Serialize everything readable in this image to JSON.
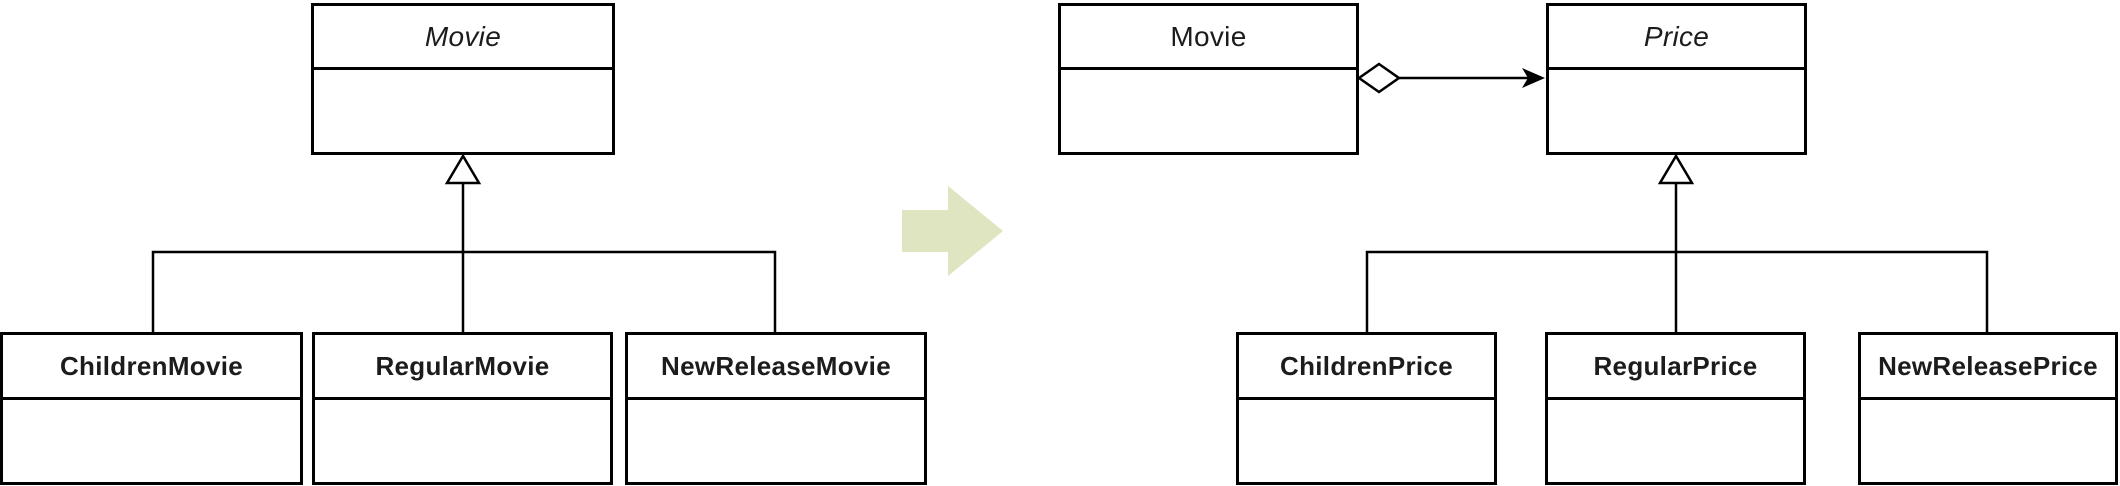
{
  "colors": {
    "line": "#000000",
    "text": "#1c1c1c",
    "transform_arrow_fill": "#dfe5c0",
    "background": "#ffffff"
  },
  "icons": {
    "inheritance_arrow": "hollow-triangle-up",
    "aggregation_diamond": "hollow-diamond",
    "association_arrowhead": "filled-arrowhead-right",
    "transform_arrow": "block-arrow-right"
  },
  "left_diagram": {
    "superclass": {
      "name": "Movie",
      "abstract": true
    },
    "subclasses": [
      {
        "name": "ChildrenMovie"
      },
      {
        "name": "RegularMovie"
      },
      {
        "name": "NewReleaseMovie"
      }
    ]
  },
  "right_diagram": {
    "client_class": {
      "name": "Movie",
      "abstract": false
    },
    "superclass": {
      "name": "Price",
      "abstract": true
    },
    "relationship": {
      "type": "aggregation",
      "from": "Movie",
      "to": "Price"
    },
    "subclasses": [
      {
        "name": "ChildrenPrice"
      },
      {
        "name": "RegularPrice"
      },
      {
        "name": "NewReleasePrice"
      }
    ]
  }
}
